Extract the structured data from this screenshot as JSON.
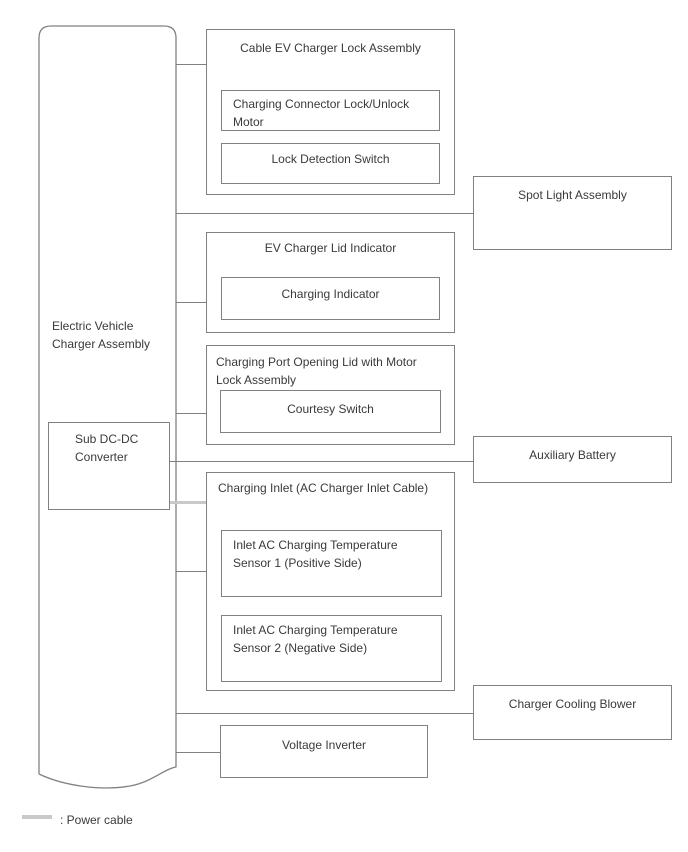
{
  "colors": {
    "background": "#ffffff",
    "box_border": "#818181",
    "connector_line": "#818181",
    "power_cable": "#c9c9c9",
    "text": "#3a3a3a"
  },
  "root_assembly": {
    "label": "Electric Vehicle Charger Assembly"
  },
  "sub_dcdc": {
    "label": "Sub DC-DC Converter"
  },
  "cable_lock_assembly": {
    "title": "Cable EV Charger Lock Assembly",
    "children": {
      "motor": "Charging Connector Lock/Unlock Motor",
      "lock_detection_switch": "Lock Detection Switch"
    }
  },
  "lid_indicator": {
    "title": "EV Charger Lid Indicator",
    "children": {
      "charging_indicator": "Charging Indicator"
    }
  },
  "charging_port_lid": {
    "title": "Charging Port Opening Lid with Motor Lock Assembly",
    "children": {
      "courtesy_switch": "Courtesy Switch"
    }
  },
  "charging_inlet": {
    "title": "Charging Inlet (AC Charger Inlet Cable)",
    "children": {
      "temp_sensor_1": "Inlet AC Charging Temperature Sensor 1 (Positive Side)",
      "temp_sensor_2": "Inlet AC Charging Temperature Sensor 2 (Negative Side)"
    }
  },
  "voltage_inverter": {
    "label": "Voltage Inverter"
  },
  "spot_light_assembly": {
    "label": "Spot Light Assembly"
  },
  "auxiliary_battery": {
    "label": "Auxiliary Battery"
  },
  "charger_cooling_blower": {
    "label": "Charger Cooling Blower"
  },
  "legend": {
    "power_cable_label": ": Power cable"
  }
}
